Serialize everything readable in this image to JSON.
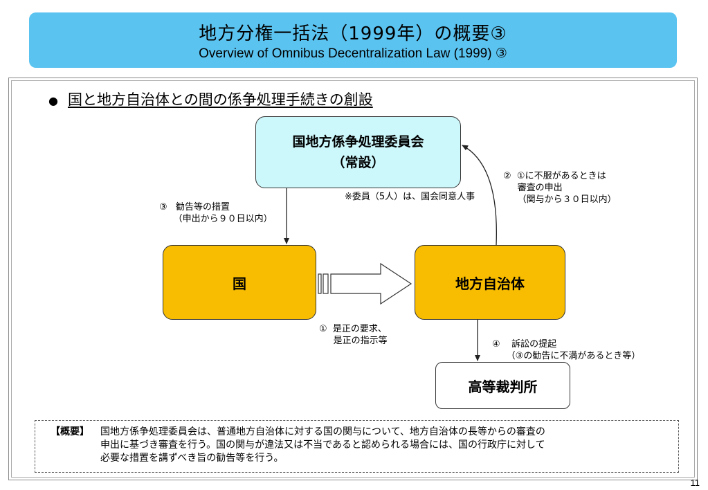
{
  "header": {
    "title_jp": "地方分権一括法（1999年）の概要③",
    "title_en": "Overview of Omnibus Decentralization Law (1999) ③"
  },
  "headline": {
    "bullet": "●",
    "text": "国と地方自治体との間の係争処理手続きの創設"
  },
  "nodes": {
    "committee_line1": "国地方係争処理委員会",
    "committee_line2": "（常設）",
    "state": "国",
    "local": "地方自治体",
    "court": "高等裁判所"
  },
  "notes": {
    "committee_members": "※委員（5人）は、国会同意人事",
    "step1": "①  是正の要求、\n     是正の指示等",
    "step2": "②  ①に不服があるときは\n     審査の申出\n     （関与から３０日以内）",
    "step3": "③   勧告等の措置\n     （申出から９０日以内）",
    "step4": "④    訴訟の提起\n     （③の勧告に不満があるとき等）"
  },
  "summary": {
    "label": "【概要】",
    "body": "国地方係争処理委員会は、普通地方自治体に対する国の関与について、地方自治体の長等からの審査の\n申出に基づき審査を行う。国の関与が違法又は不当であると認められる場合には、国の行政庁に対して\n必要な措置を講ずべき旨の勧告等を行う。"
  },
  "page_number": "11",
  "colors": {
    "title_bg": "#5bc3f0",
    "committee_bg": "#ccf7fb",
    "actor_bg": "#f8bd00"
  }
}
